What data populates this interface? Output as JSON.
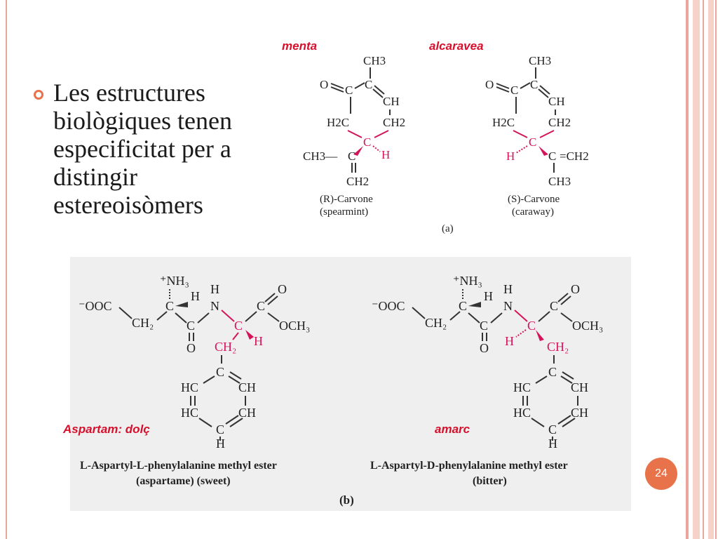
{
  "slide": {
    "bullet_text": "Les estructures biològiques tenen especificitat per a distingir estereoisòmers",
    "page_number": "24"
  },
  "carvone": {
    "label_left": "menta",
    "label_right": "alcaravea",
    "left_name": "(R)-Carvone",
    "left_sub": "(spearmint)",
    "right_name": "(S)-Carvone",
    "right_sub": "(caraway)",
    "panel_label": "(a)",
    "atoms": {
      "ch3": "CH3",
      "o": "O",
      "c": "C",
      "ch": "CH",
      "h2c": "H2C",
      "ch2": "CH2",
      "h": "H",
      "ch3_branch": "CH3—",
      "ch2_end": "CH2",
      "dbl_ch2": "=CH2"
    }
  },
  "aspartame": {
    "label_left": "Aspartam: dolç",
    "label_right": "amarc",
    "left_name": "L-Aspartyl-L-phenylalanine methyl ester",
    "left_sub": "(aspartame) (sweet)",
    "right_name": "L-Aspartyl-D-phenylalanine methyl ester",
    "right_sub": "(bitter)",
    "panel_label": "(b)"
  },
  "colors": {
    "accent": "#e8734a",
    "stripe": "#e8a79a",
    "label_red": "#d6102c",
    "stereo_pink": "#d4145a",
    "panel_bg": "#efefef"
  }
}
